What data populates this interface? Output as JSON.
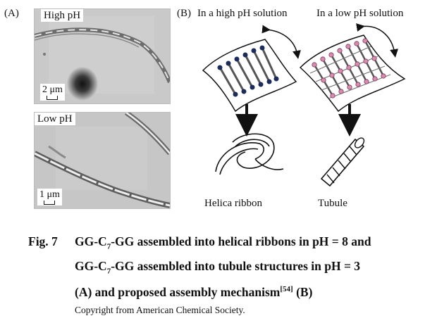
{
  "panel_a": {
    "label": "(A)",
    "top_image": {
      "tag": "High pH",
      "scale_label": "2 μm"
    },
    "bottom_image": {
      "tag": "Low pH",
      "scale_label": "1 μm"
    }
  },
  "panel_b": {
    "label": "(B)",
    "left_title": "In a high pH solution",
    "right_title": "In a low pH solution",
    "left_result": "Helica ribbon",
    "right_result": "Tubule"
  },
  "caption": {
    "fig_label": "Fig. 7",
    "line1": "GG-C7-GG assembled into helical ribbons in pH = 8 and",
    "line2": "GG-C7-GG assembled into tubule structures in pH = 3",
    "line3": "(A) and proposed assembly mechanism[54] (B)",
    "parts": {
      "l1_a": "GG-C",
      "l1_sub": "7",
      "l1_b": "-GG assembled into helical ribbons in pH = 8 and",
      "l2_a": "GG-C",
      "l2_sub": "7",
      "l2_b": "-GG assembled into tubule structures in pH = 3",
      "l3_a": "(A) and proposed assembly mechanism",
      "l3_sup": "[54]",
      "l3_b": " (B)"
    },
    "copyright": "Copyright from American Chemical Society."
  }
}
